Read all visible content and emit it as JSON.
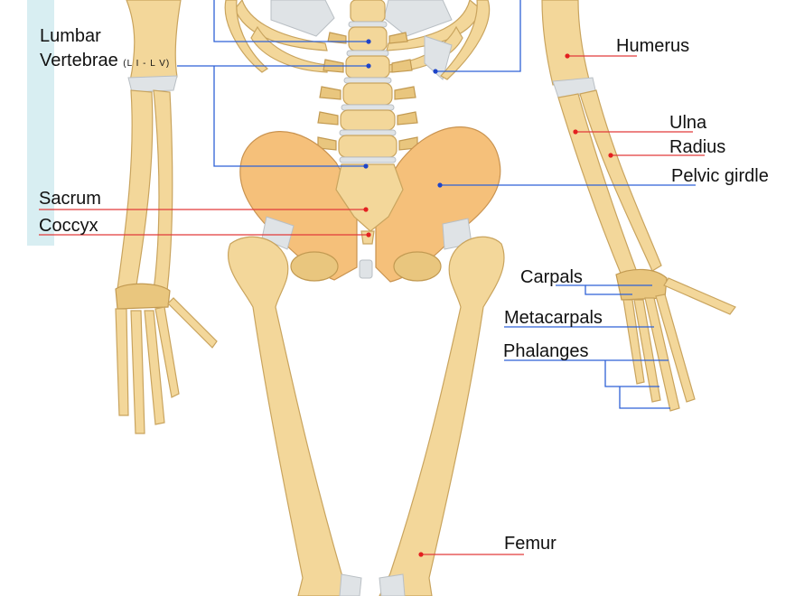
{
  "labels": {
    "lumbar_line1": "Lumbar",
    "lumbar_line2": "Vertebrae",
    "lumbar_sub": "(L I - L V)",
    "sacrum": "Sacrum",
    "coccyx": "Coccyx",
    "humerus": "Humerus",
    "ulna": "Ulna",
    "radius": "Radius",
    "pelvic_girdle": "Pelvic girdle",
    "carpals": "Carpals",
    "metacarpals": "Metacarpals",
    "phalanges": "Phalanges",
    "femur": "Femur"
  },
  "colors": {
    "bone": "#f3d79a",
    "pelvis": "#f5c07a",
    "cartilage": "#dfe3e6",
    "band": "#d8eef2",
    "red_leader": "#e23a3a",
    "blue_leader": "#2f62d6"
  }
}
